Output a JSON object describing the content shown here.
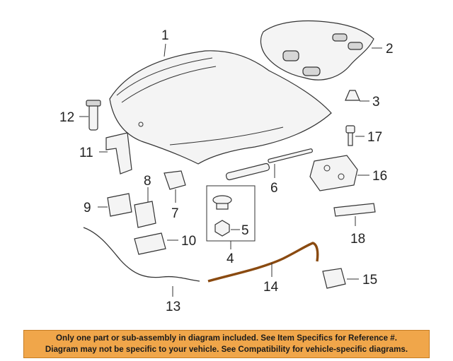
{
  "callouts": {
    "c1": "1",
    "c2": "2",
    "c3": "3",
    "c4": "4",
    "c5": "5",
    "c6": "6",
    "c7": "7",
    "c8": "8",
    "c9": "9",
    "c10": "10",
    "c11": "11",
    "c12": "12",
    "c13": "13",
    "c14": "14",
    "c15": "15",
    "c16": "16",
    "c17": "17",
    "c18": "18"
  },
  "banner": {
    "line1": "Only one part or sub-assembly in diagram included. See Item Specifics for Reference #.",
    "line2": "Diagram may not be specific to your vehicle. See Compatibility for vehicle-specific diagrams."
  },
  "colors": {
    "banner_bg": "#f0a64a",
    "highlight_cable": "#8a4a10"
  }
}
